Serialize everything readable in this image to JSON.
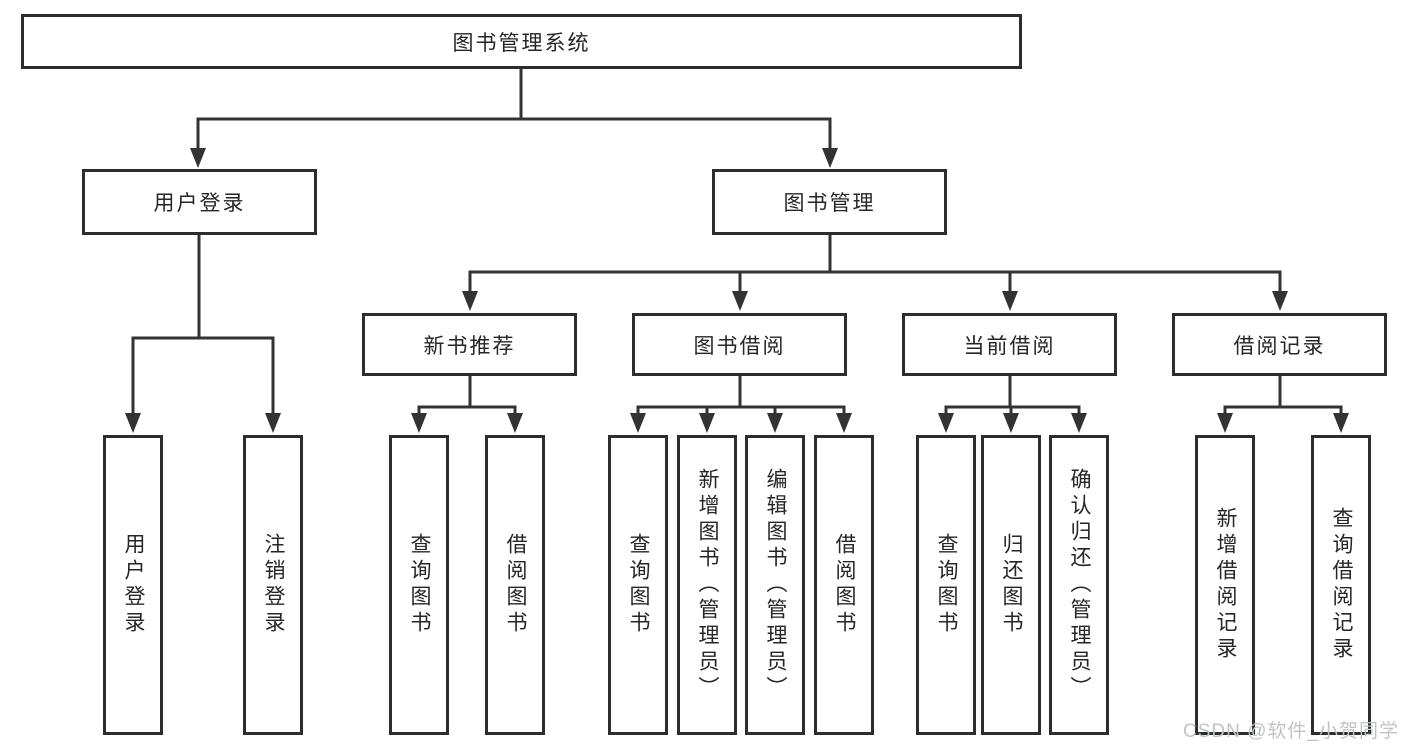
{
  "tree": {
    "root": {
      "label": "图书管理系统",
      "children": [
        {
          "label": "用户登录",
          "children": [
            {
              "label": "用户登录"
            },
            {
              "label": "注销登录"
            }
          ]
        },
        {
          "label": "图书管理",
          "children": [
            {
              "label": "新书推荐",
              "children": [
                {
                  "label": "查询图书"
                },
                {
                  "label": "借阅图书"
                }
              ]
            },
            {
              "label": "图书借阅",
              "children": [
                {
                  "label": "查询图书"
                },
                {
                  "label": "新增图书（管理员）"
                },
                {
                  "label": "编辑图书（管理员）"
                },
                {
                  "label": "借阅图书"
                }
              ]
            },
            {
              "label": "当前借阅",
              "children": [
                {
                  "label": "查询图书"
                },
                {
                  "label": "归还图书"
                },
                {
                  "label": "确认归还（管理员）"
                }
              ]
            },
            {
              "label": "借阅记录",
              "children": [
                {
                  "label": "新增借阅记录"
                },
                {
                  "label": "查询借阅记录"
                }
              ]
            }
          ]
        }
      ]
    }
  },
  "watermark": {
    "text": "CSDN @软件_小贺同学"
  },
  "colors": {
    "line": "#333333",
    "box_border": "#2d2d2d",
    "text": "#262626",
    "watermark": "#c0c3c6",
    "background": "#ffffff"
  }
}
